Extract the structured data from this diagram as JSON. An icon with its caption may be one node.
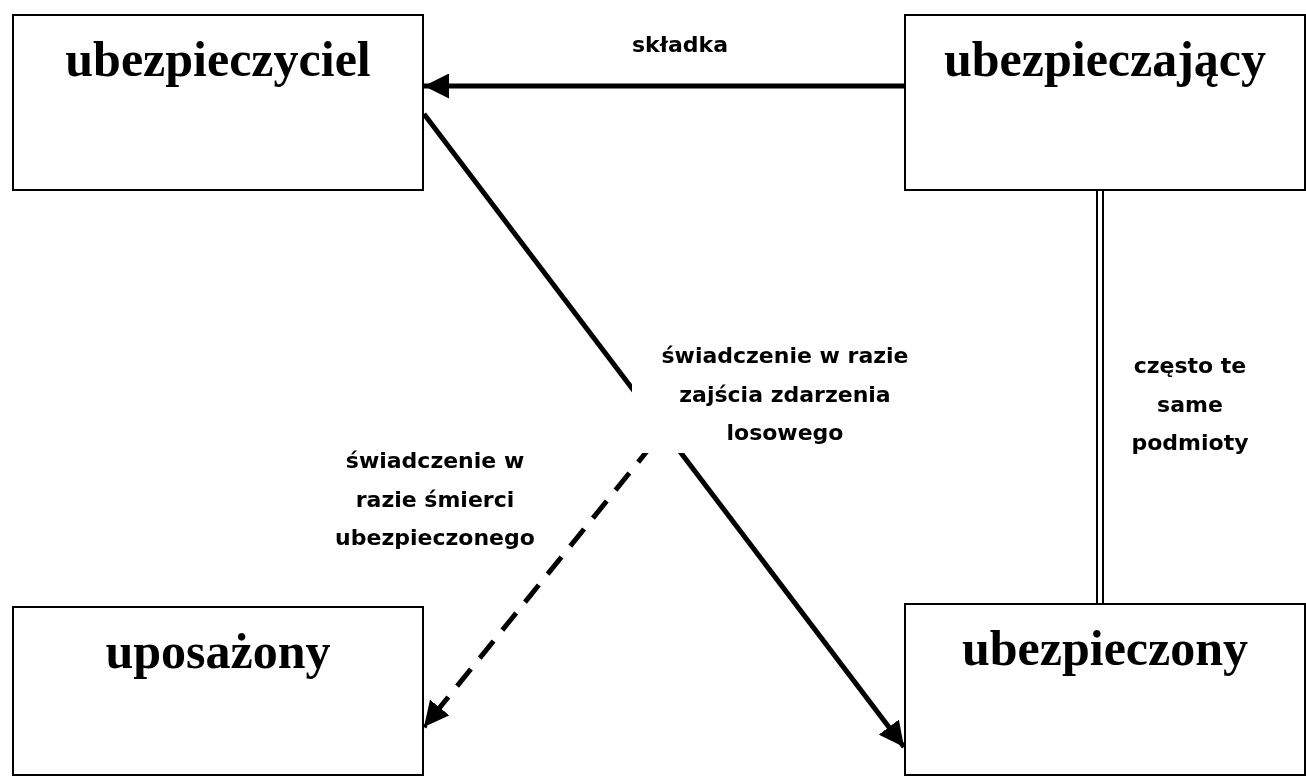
{
  "diagram": {
    "nodes": [
      {
        "text": [
          "ubezpieczyciel"
        ]
      },
      {
        "text": [
          "ubezpieczający"
        ]
      },
      {
        "text": [
          "uposażony"
        ]
      },
      {
        "text": [
          "ubezpieczony"
        ]
      }
    ],
    "edges": [
      {
        "from": 1,
        "to": 0,
        "arrow": "to",
        "label": "składka"
      },
      {
        "from": 0,
        "to": 3,
        "arrow": "to",
        "label": "świadczenie w razie zajścia zdarzenia losowego"
      },
      {
        "from": null,
        "to": 2,
        "arrow": "to",
        "style": "dashed",
        "label": "świadczenie w razie śmierci ubezpieczonego"
      },
      {
        "from": 1,
        "to": 3,
        "arrow": "none",
        "label": "często te same podmioty"
      }
    ]
  }
}
